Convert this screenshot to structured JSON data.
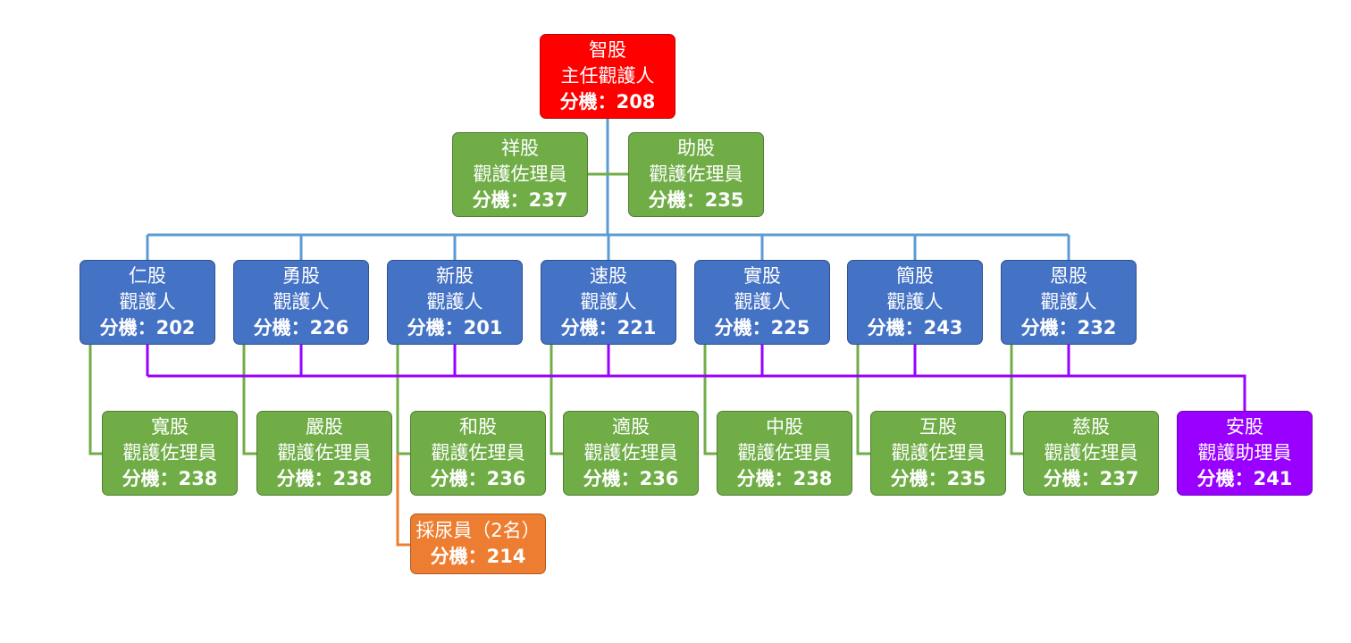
{
  "colors": {
    "head": "#ff0000",
    "assistant": "#70ad47",
    "guardian": "#4472c4",
    "aide": "#9900ff",
    "urine": "#ed7d31",
    "line_blue": "#5b9bd5",
    "line_green": "#70ad47",
    "line_purple": "#9900ff",
    "line_orange": "#ed7d31"
  },
  "head": {
    "name": "智股",
    "role": "主任觀護人",
    "ext": "分機：208"
  },
  "deputies": [
    {
      "name": "祥股",
      "role": "觀護佐理員",
      "ext": "分機：237"
    },
    {
      "name": "助股",
      "role": "觀護佐理員",
      "ext": "分機：235"
    }
  ],
  "guardians": [
    {
      "name": "仁股",
      "role": "觀護人",
      "ext": "分機：202"
    },
    {
      "name": "勇股",
      "role": "觀護人",
      "ext": "分機：226"
    },
    {
      "name": "新股",
      "role": "觀護人",
      "ext": "分機：201"
    },
    {
      "name": "速股",
      "role": "觀護人",
      "ext": "分機：221"
    },
    {
      "name": "實股",
      "role": "觀護人",
      "ext": "分機：225"
    },
    {
      "name": "簡股",
      "role": "觀護人",
      "ext": "分機：243"
    },
    {
      "name": "恩股",
      "role": "觀護人",
      "ext": "分機：232"
    }
  ],
  "assistants": [
    {
      "name": "寬股",
      "role": "觀護佐理員",
      "ext": "分機：238"
    },
    {
      "name": "嚴股",
      "role": "觀護佐理員",
      "ext": "分機：238"
    },
    {
      "name": "和股",
      "role": "觀護佐理員",
      "ext": "分機：236"
    },
    {
      "name": "適股",
      "role": "觀護佐理員",
      "ext": "分機：236"
    },
    {
      "name": "中股",
      "role": "觀護佐理員",
      "ext": "分機：238"
    },
    {
      "name": "互股",
      "role": "觀護佐理員",
      "ext": "分機：235"
    },
    {
      "name": "慈股",
      "role": "觀護佐理員",
      "ext": "分機：237"
    }
  ],
  "aide": {
    "name": "安股",
    "role": "觀護助理員",
    "ext": "分機：241"
  },
  "urine": {
    "role": "採尿員（2名）",
    "ext": "分機：214"
  }
}
